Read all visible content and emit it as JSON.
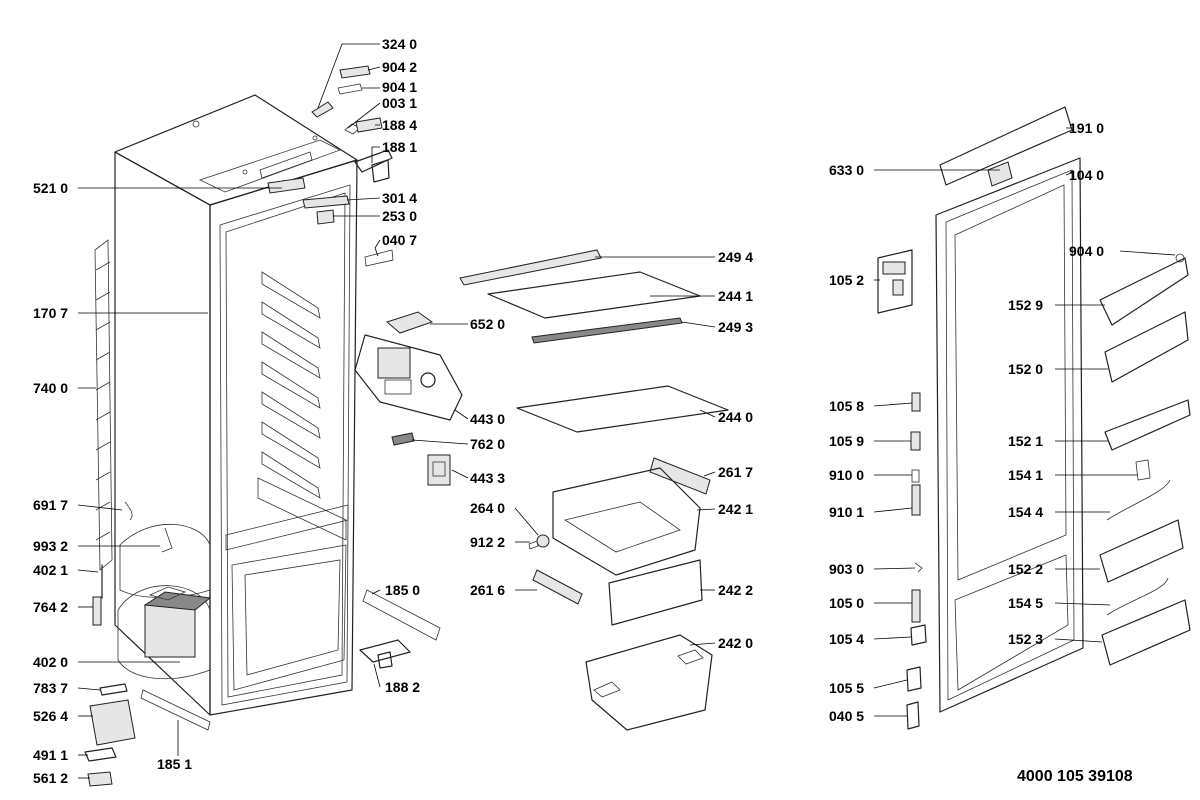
{
  "document_number": "4000 105 39108",
  "callouts": [
    {
      "id": "324-0",
      "text": "324 0"
    },
    {
      "id": "904-2",
      "text": "904 2"
    },
    {
      "id": "904-1",
      "text": "904 1"
    },
    {
      "id": "003-1",
      "text": "003 1"
    },
    {
      "id": "188-4",
      "text": "188 4"
    },
    {
      "id": "188-1",
      "text": "188 1"
    },
    {
      "id": "521-0",
      "text": "521 0"
    },
    {
      "id": "301-4",
      "text": "301 4"
    },
    {
      "id": "253-0",
      "text": "253 0"
    },
    {
      "id": "040-7",
      "text": "040 7"
    },
    {
      "id": "170-7",
      "text": "170 7"
    },
    {
      "id": "740-0",
      "text": "740 0"
    },
    {
      "id": "691-7",
      "text": "691 7"
    },
    {
      "id": "993-2",
      "text": "993 2"
    },
    {
      "id": "402-1",
      "text": "402 1"
    },
    {
      "id": "764-2",
      "text": "764 2"
    },
    {
      "id": "402-0",
      "text": "402 0"
    },
    {
      "id": "783-7",
      "text": "783 7"
    },
    {
      "id": "526-4",
      "text": "526 4"
    },
    {
      "id": "491-1",
      "text": "491 1"
    },
    {
      "id": "561-2",
      "text": "561 2"
    },
    {
      "id": "185-1",
      "text": "185 1"
    },
    {
      "id": "185-0",
      "text": "185 0"
    },
    {
      "id": "188-2",
      "text": "188 2"
    },
    {
      "id": "652-0",
      "text": "652 0"
    },
    {
      "id": "443-0",
      "text": "443 0"
    },
    {
      "id": "762-0",
      "text": "762 0"
    },
    {
      "id": "443-3",
      "text": "443 3"
    },
    {
      "id": "249-4",
      "text": "249 4"
    },
    {
      "id": "244-1",
      "text": "244 1"
    },
    {
      "id": "249-3",
      "text": "249 3"
    },
    {
      "id": "244-0",
      "text": "244 0"
    },
    {
      "id": "261-7",
      "text": "261 7"
    },
    {
      "id": "242-1",
      "text": "242 1"
    },
    {
      "id": "264-0",
      "text": "264 0"
    },
    {
      "id": "912-2",
      "text": "912 2"
    },
    {
      "id": "261-6",
      "text": "261 6"
    },
    {
      "id": "242-2",
      "text": "242 2"
    },
    {
      "id": "242-0",
      "text": "242 0"
    },
    {
      "id": "191-0",
      "text": "191 0"
    },
    {
      "id": "633-0",
      "text": "633 0"
    },
    {
      "id": "104-0",
      "text": "104 0"
    },
    {
      "id": "105-2",
      "text": "105 2"
    },
    {
      "id": "904-0",
      "text": "904 0"
    },
    {
      "id": "152-9",
      "text": "152 9"
    },
    {
      "id": "152-0",
      "text": "152 0"
    },
    {
      "id": "105-8",
      "text": "105 8"
    },
    {
      "id": "105-9",
      "text": "105 9"
    },
    {
      "id": "152-1",
      "text": "152 1"
    },
    {
      "id": "910-0",
      "text": "910 0"
    },
    {
      "id": "154-1",
      "text": "154 1"
    },
    {
      "id": "910-1",
      "text": "910 1"
    },
    {
      "id": "154-4",
      "text": "154 4"
    },
    {
      "id": "903-0",
      "text": "903 0"
    },
    {
      "id": "152-2",
      "text": "152 2"
    },
    {
      "id": "105-0",
      "text": "105 0"
    },
    {
      "id": "154-5",
      "text": "154 5"
    },
    {
      "id": "105-4",
      "text": "105 4"
    },
    {
      "id": "152-3",
      "text": "152 3"
    },
    {
      "id": "105-5",
      "text": "105 5"
    },
    {
      "id": "040-5",
      "text": "040 5"
    }
  ]
}
